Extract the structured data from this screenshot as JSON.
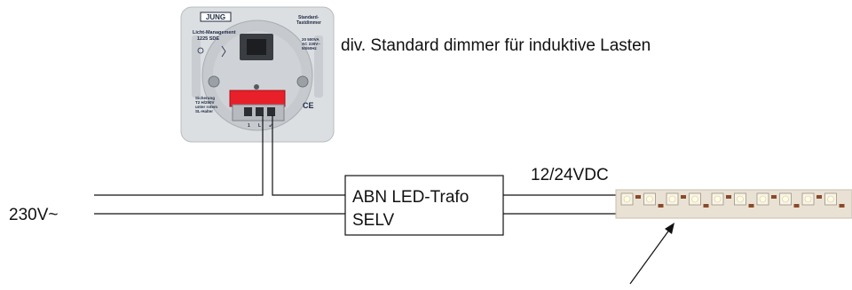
{
  "dimmer": {
    "brand": "JUNG",
    "product_line": "Licht-Management",
    "model": "1225 SDE",
    "type_label_1": "Standard-",
    "type_label_2": "Tastdimmer",
    "rating_1": "20 500VA",
    "rating_2": "AC 230V~",
    "rating_3": "50/60Hz",
    "fuse_1": "Sicherung",
    "fuse_2": "T2 H/250V",
    "fuse_3": "unter rotem",
    "fuse_4": "SL-Halter",
    "ce_mark": "CE",
    "terminal_1": "1",
    "terminal_2": "L",
    "terminal_3": "↙"
  },
  "description": "div. Standard dimmer für induktive Lasten",
  "supply_label": "230V~",
  "transformer": {
    "line1": "ABN LED-Trafo",
    "line2": "SELV"
  },
  "output_label": "12/24VDC",
  "colors": {
    "line": "#111111",
    "faceplate": "#d9dcdf",
    "module": "#c4c8cc",
    "red_holder": "#e8202a",
    "strip": "#e9e2d4",
    "led_chip": "#f8f4e6",
    "resistor": "#8a4a2a",
    "brand_blue": "#1f2a44"
  },
  "led_strip": {
    "led_count": 10
  }
}
